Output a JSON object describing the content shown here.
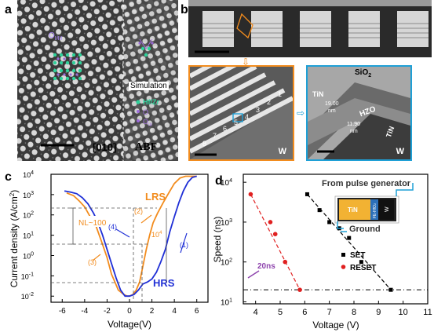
{
  "panels": {
    "a": {
      "label": "a",
      "zone_axis": "[010]",
      "abf_label": "ABF",
      "legend": {
        "hf": "Hf",
        "o_y": "O",
        "o_y_sub": "y",
        "simulation": "Simulation",
        "hf_zr": "Hf/Zr",
        "o": "O",
        "o_iii": "O",
        "o_iii_sub": "III"
      },
      "atom_label": {
        "o": "O",
        "sub": "I/III"
      }
    },
    "b": {
      "label": "b",
      "stack_numbers": [
        "1",
        "2",
        "3",
        "4",
        "5",
        "6",
        "7",
        "8"
      ],
      "w_label": "W",
      "detail": {
        "sio2": "SiO",
        "sio2_sub": "2",
        "tin_top": "TiN",
        "thickness1": "19.00",
        "thickness1_unit": "nm",
        "hzo": "HZO",
        "thickness2": "11.90",
        "thickness2_unit": "nm",
        "tin_bottom": "TiN",
        "w": "W"
      }
    },
    "c": {
      "label": "c",
      "annotations": {
        "lrs": "LRS",
        "hrs": "HRS",
        "nl": "NL~100",
        "ratio": "10",
        "ratio_exp": "4",
        "seg1": "(1)",
        "seg2": "(2)",
        "seg3": "(3)",
        "seg4": "(4)"
      }
    },
    "d": {
      "label": "d",
      "annotations": {
        "pulse": "From pulse generator",
        "ground": "Ground",
        "twenty_ns": "20ns",
        "tin": "TiN",
        "fe": "FE-HfO",
        "fe_sub": "2",
        "w": "W"
      }
    }
  },
  "chart_data": [
    {
      "type": "line",
      "panel": "c",
      "xlabel": "Voltage(V)",
      "ylabel": "Current density (A/cm",
      "ylabel_sup": "2",
      "ylabel_end": ")",
      "xlim": [
        -7,
        7
      ],
      "ylim_log10": [
        -2.3,
        4
      ],
      "log_y": true,
      "x_ticks": [
        "-6",
        "-4",
        "-2",
        "0",
        "2",
        "4",
        "6"
      ],
      "y_ticks": [
        {
          "base": "10",
          "exp": "-2"
        },
        {
          "base": "10",
          "exp": "-1"
        },
        {
          "base": "10",
          "exp": "0"
        },
        {
          "base": "10",
          "exp": "1"
        },
        {
          "base": "10",
          "exp": "2"
        },
        {
          "base": "10",
          "exp": "3"
        },
        {
          "base": "10",
          "exp": "4"
        }
      ],
      "series": [
        {
          "color": "#f28c1e",
          "points": [
            [
              -5.6,
              1200
            ],
            [
              -5,
              900
            ],
            [
              -4.5,
              500
            ],
            [
              -4,
              250
            ],
            [
              -3.5,
              80
            ],
            [
              -3,
              30
            ],
            [
              -2.5,
              5
            ],
            [
              -2,
              0.8
            ],
            [
              -1.6,
              0.12
            ],
            [
              -1.3,
              0.05
            ],
            [
              -1,
              0.02
            ],
            [
              -0.5,
              0.012
            ],
            [
              -0.2,
              0.01
            ],
            [
              0,
              0.01
            ],
            [
              0.3,
              0.012
            ],
            [
              0.6,
              0.02
            ],
            [
              0.9,
              0.05
            ],
            [
              1.2,
              0.3
            ],
            [
              1.5,
              2
            ],
            [
              1.8,
              10
            ],
            [
              2.1,
              40
            ],
            [
              2.5,
              120
            ],
            [
              3,
              400
            ],
            [
              3.5,
              1200
            ],
            [
              4,
              3500
            ],
            [
              4.5,
              6500
            ],
            [
              5,
              8000
            ],
            [
              5.5,
              8000
            ],
            [
              6,
              8000
            ]
          ]
        },
        {
          "color": "#1f2fd6",
          "points": [
            [
              -5.8,
              1500
            ],
            [
              -5.2,
              1300
            ],
            [
              -4.7,
              1100
            ],
            [
              -4.2,
              700
            ],
            [
              -3.7,
              350
            ],
            [
              -3.2,
              120
            ],
            [
              -2.8,
              40
            ],
            [
              -2.4,
              10
            ],
            [
              -2,
              2
            ],
            [
              -1.6,
              0.4
            ],
            [
              -1.2,
              0.08
            ],
            [
              -0.8,
              0.02
            ],
            [
              -0.4,
              0.01
            ],
            [
              0,
              0.01
            ],
            [
              0.4,
              0.012
            ],
            [
              0.8,
              0.02
            ],
            [
              1.2,
              0.04
            ],
            [
              1.6,
              0.05
            ],
            [
              2,
              0.07
            ],
            [
              2.4,
              0.15
            ],
            [
              2.8,
              0.5
            ],
            [
              3.2,
              2
            ],
            [
              3.6,
              15
            ],
            [
              4,
              80
            ],
            [
              4.4,
              400
            ],
            [
              4.8,
              1500
            ],
            [
              5.2,
              4000
            ],
            [
              5.6,
              7000
            ],
            [
              6,
              8000
            ]
          ]
        }
      ]
    },
    {
      "type": "scatter",
      "panel": "d",
      "xlabel": "Voltage (V)",
      "ylabel": "Speed (ns)",
      "xlim": [
        3.5,
        11
      ],
      "ylim_log10": [
        0.95,
        4.2
      ],
      "log_y": true,
      "x_ticks": [
        "4",
        "5",
        "6",
        "7",
        "8",
        "9",
        "10",
        "11"
      ],
      "y_ticks": [
        {
          "base": "10",
          "exp": "1"
        },
        {
          "base": "10",
          "exp": "2"
        },
        {
          "base": "10",
          "exp": "3"
        },
        {
          "base": "10",
          "exp": "4"
        }
      ],
      "series": [
        {
          "name": "SET",
          "marker": "square",
          "color": "#000000",
          "points": [
            [
              6.1,
              5000
            ],
            [
              6.6,
              2000
            ],
            [
              7,
              1000
            ],
            [
              7.4,
              700
            ],
            [
              7.8,
              400
            ],
            [
              8.3,
              100
            ],
            [
              9.5,
              20
            ]
          ]
        },
        {
          "name": "RESET",
          "marker": "circle",
          "color": "#e02020",
          "points": [
            [
              3.8,
              5000
            ],
            [
              4.6,
              1000
            ],
            [
              4.8,
              500
            ],
            [
              5.2,
              100
            ],
            [
              5.8,
              20
            ]
          ]
        }
      ],
      "reference_line_y": 20
    }
  ]
}
